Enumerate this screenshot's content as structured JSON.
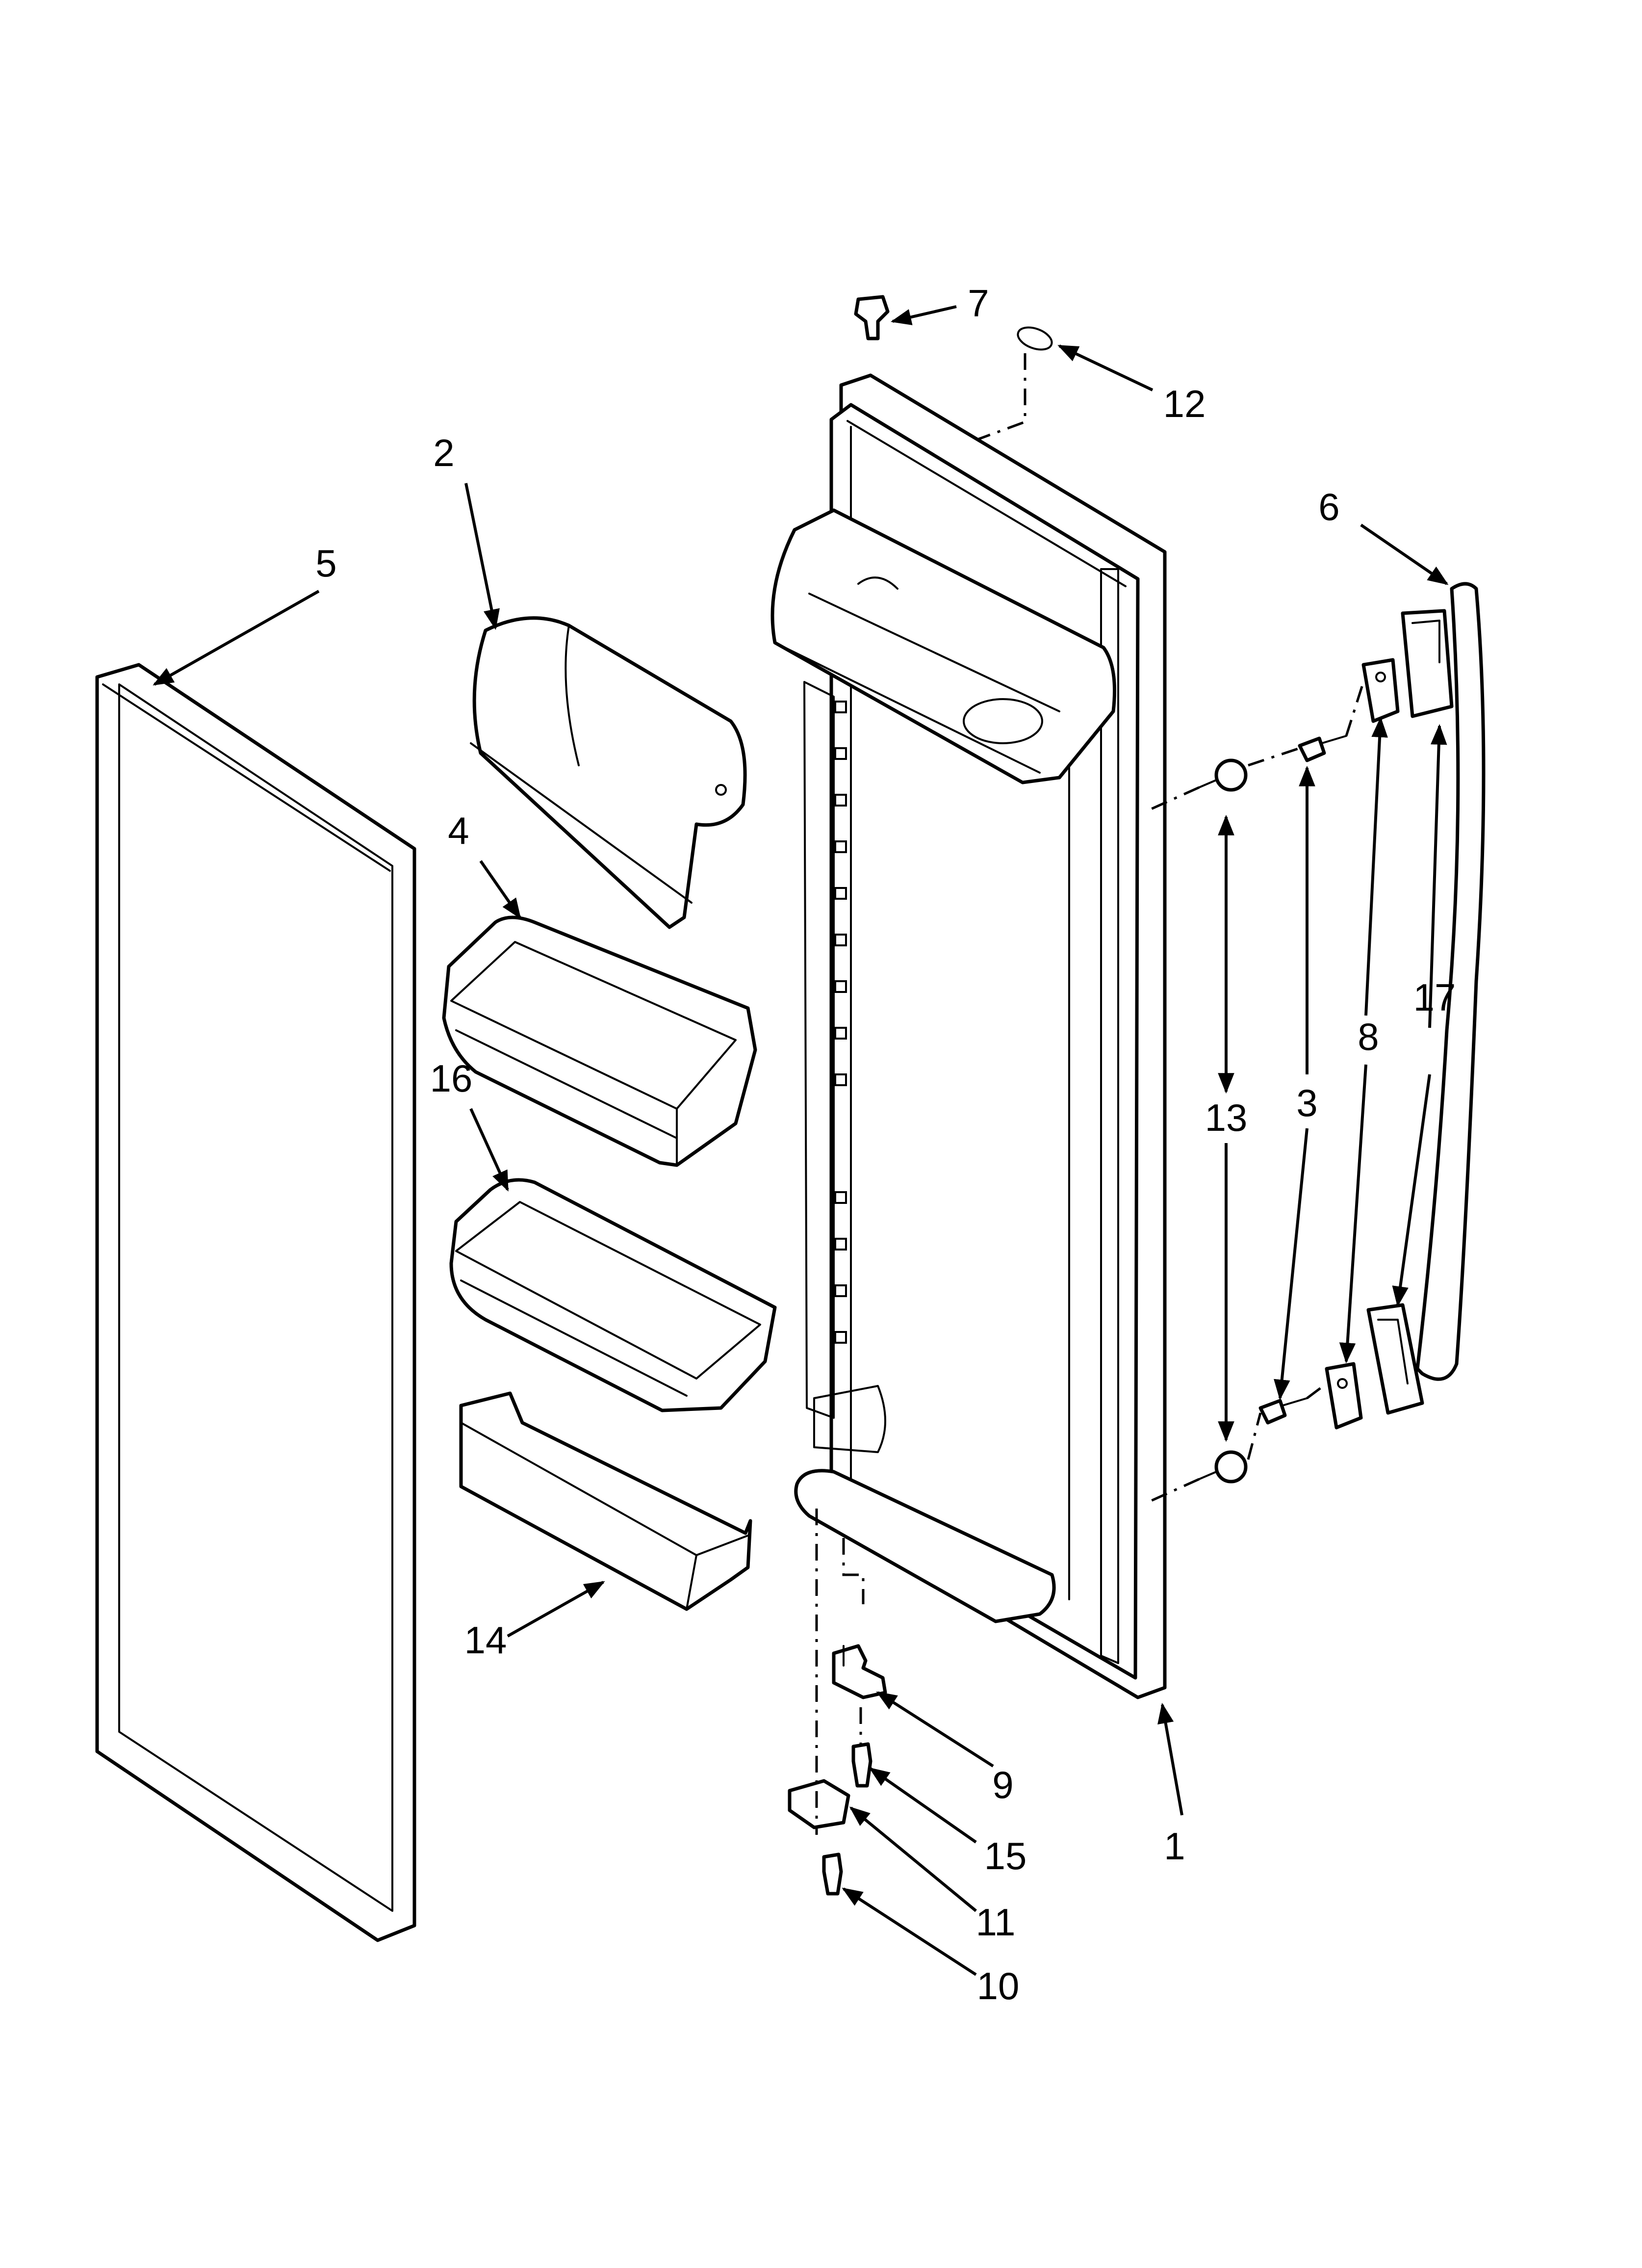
{
  "diagram": {
    "callouts": [
      {
        "id": "c1",
        "label": "1"
      },
      {
        "id": "c2",
        "label": "2"
      },
      {
        "id": "c3",
        "label": "3"
      },
      {
        "id": "c4",
        "label": "4"
      },
      {
        "id": "c5",
        "label": "5"
      },
      {
        "id": "c6",
        "label": "6"
      },
      {
        "id": "c7",
        "label": "7"
      },
      {
        "id": "c8",
        "label": "8"
      },
      {
        "id": "c9",
        "label": "9"
      },
      {
        "id": "c10",
        "label": "10"
      },
      {
        "id": "c11",
        "label": "11"
      },
      {
        "id": "c12",
        "label": "12"
      },
      {
        "id": "c13",
        "label": "13"
      },
      {
        "id": "c14",
        "label": "14"
      },
      {
        "id": "c15",
        "label": "15"
      },
      {
        "id": "c16",
        "label": "16"
      },
      {
        "id": "c17",
        "label": "17"
      }
    ],
    "line_color": "#000000",
    "background": "#ffffff"
  }
}
